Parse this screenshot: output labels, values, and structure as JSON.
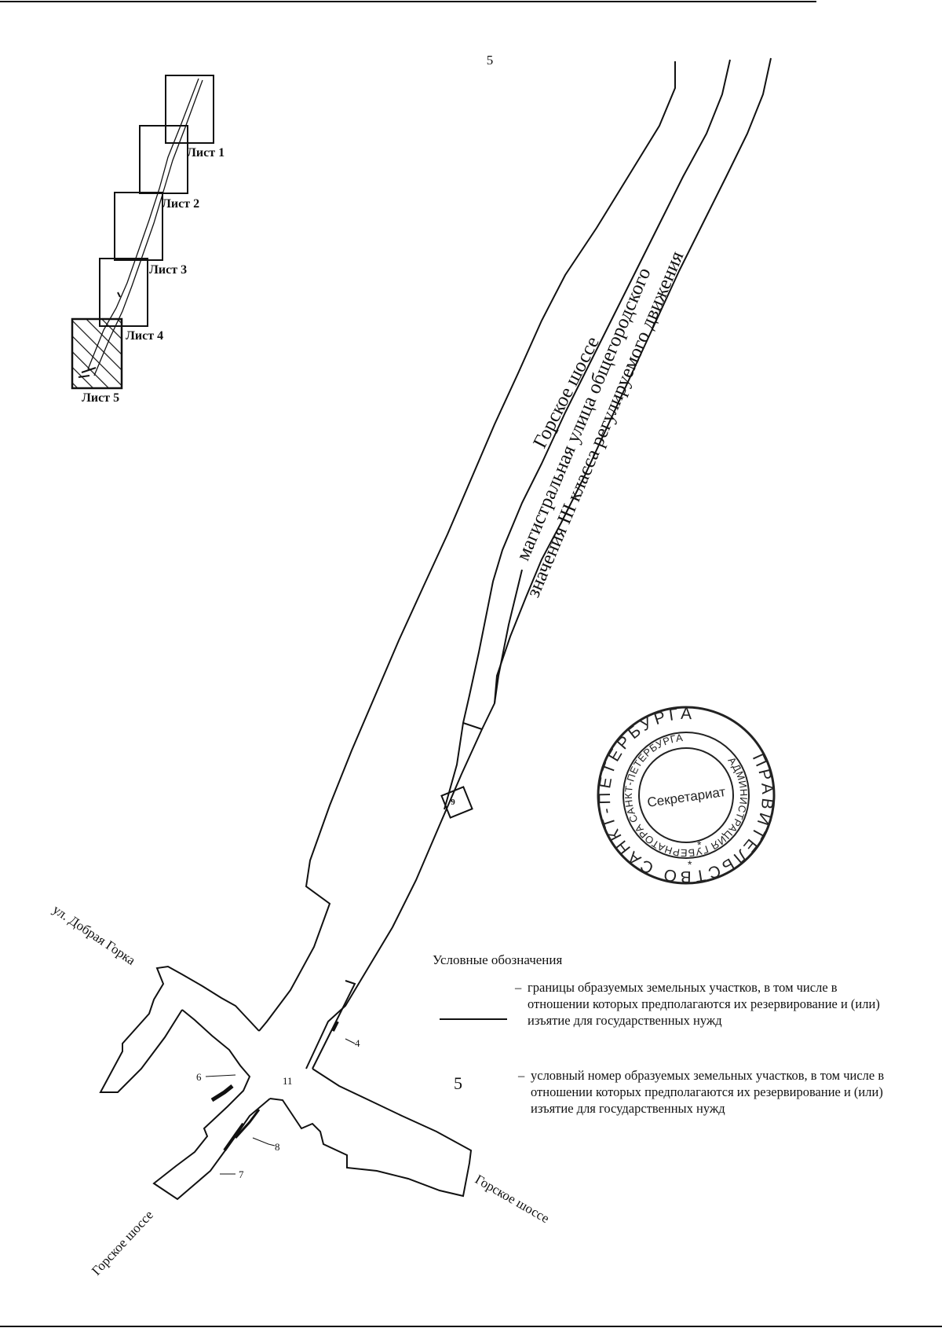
{
  "page_number": "5",
  "index_map": {
    "sheets": [
      "Лист 1",
      "Лист 2",
      "Лист 3",
      "Лист 4",
      "Лист 5"
    ]
  },
  "road_labels": {
    "main_name": "Горское шоссе",
    "class_line1": "магистральная улица общегородского",
    "class_line2": "значения III класса регулируемого движения",
    "street_dobraya": "ул. Добрая Горка",
    "road_lower_left": "Горское шоссе",
    "road_lower_right": "Горское шоссе"
  },
  "parcel_numbers": {
    "p4": "4",
    "p5": "5",
    "p6": "6",
    "p7": "7",
    "p8": "8",
    "p9": "9",
    "p11": "11"
  },
  "legend": {
    "title": "Условные обозначения",
    "item1_dash": "–",
    "item1_text": "границы образуемых земельных участков, в том числе в отношении которых предполагаются их резервирование и (или) изъятие для государственных нужд",
    "item2_dash": "–",
    "item2_sample": "5",
    "item2_text": "условный номер образуемых земельных участков, в том числе в отношении которых предполагаются их резервирование и (или) изъятие для государственных нужд"
  },
  "stamp": {
    "outer_ring": "ПРАВИТЕЛЬСТВО САНКТ-ПЕТЕРБУРГА",
    "inner_ring": "АДМИНИСТРАЦИЯ ГУБЕРНАТОРА САНКТ-ПЕТЕРБУРГА",
    "center": "Секретариат"
  }
}
